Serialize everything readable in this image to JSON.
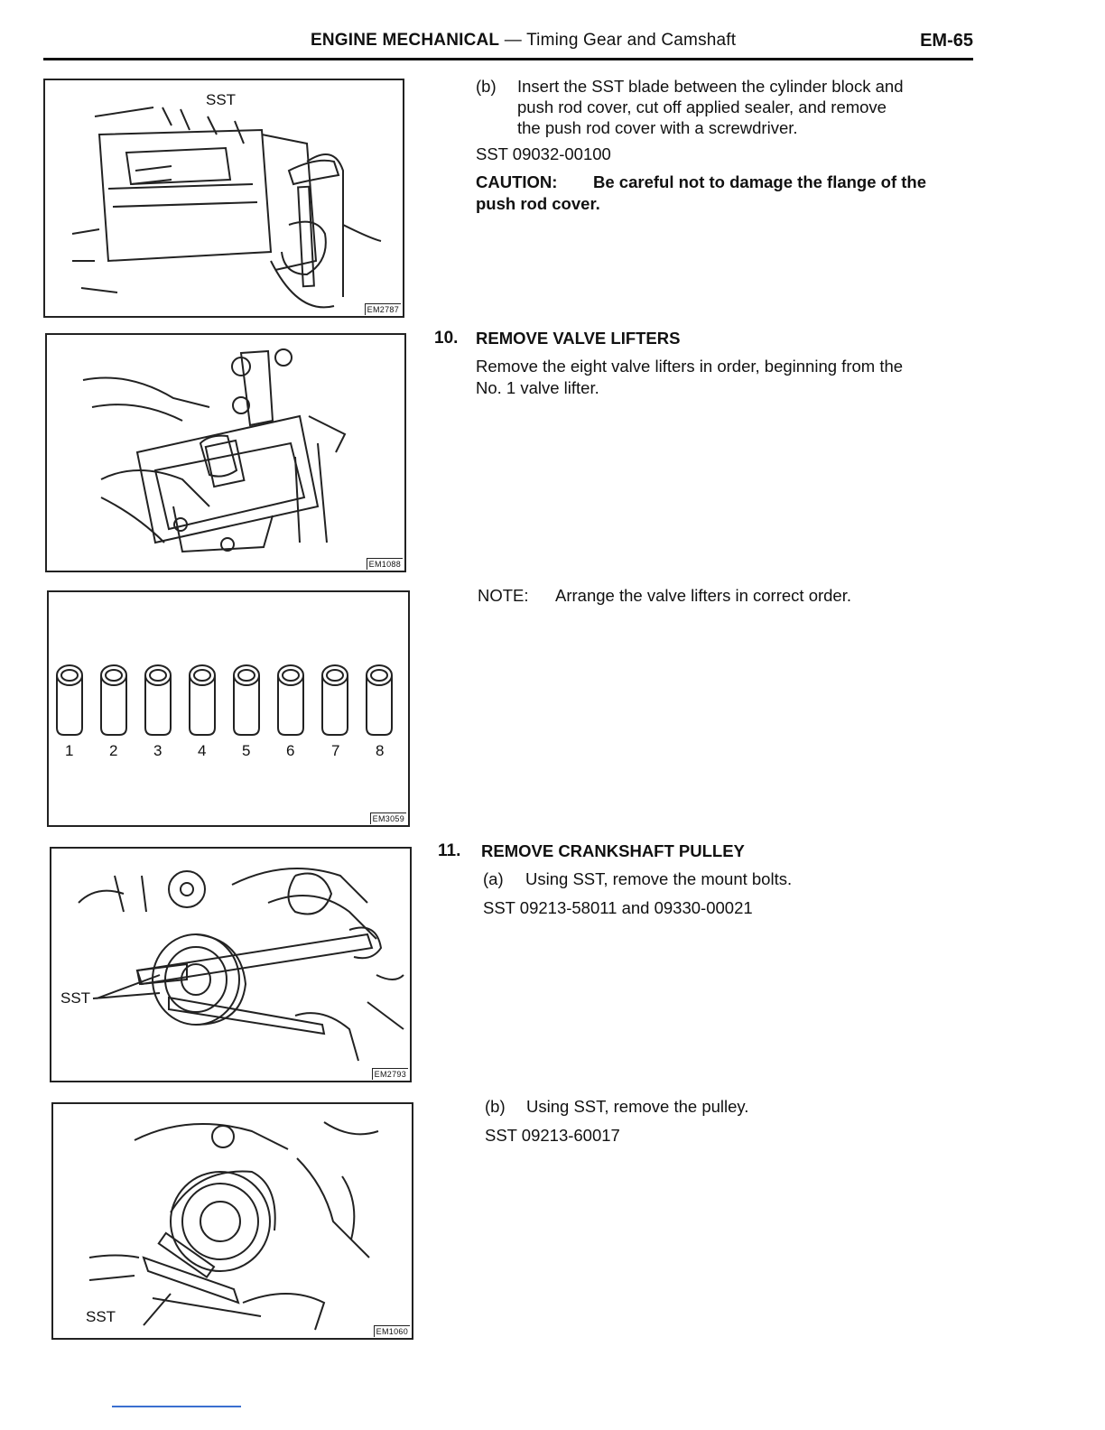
{
  "header": {
    "section": "ENGINE MECHANICAL",
    "dash": "—",
    "subsection": "Timing Gear and Camshaft",
    "page": "EM-65"
  },
  "figures": [
    {
      "code": "EM2787",
      "label": "SST",
      "icon": "push-rod-cover-removal-illustration"
    },
    {
      "code": "EM1088",
      "icon": "valve-lifter-removal-illustration"
    },
    {
      "code": "EM3059",
      "icon": "valve-lifters-order-illustration",
      "lifter_numbers": [
        "1",
        "2",
        "3",
        "4",
        "5",
        "6",
        "7",
        "8"
      ]
    },
    {
      "code": "EM2793",
      "label": "SST",
      "icon": "crankshaft-pulley-bolt-removal-illustration"
    },
    {
      "code": "EM1060",
      "label": "SST",
      "icon": "crankshaft-pulley-puller-illustration"
    }
  ],
  "text": {
    "b_step": {
      "marker": "(b)",
      "lines": [
        "Insert the SST blade between the cylinder block and",
        "push rod cover, cut off applied sealer, and remove",
        "the push rod cover with a screwdriver."
      ],
      "sst": "SST 09032-00100",
      "caution_label": "CAUTION:",
      "caution_line1": "Be careful not to damage the flange of the",
      "caution_line2": "push rod cover."
    },
    "step10": {
      "number": "10.",
      "title": "REMOVE VALVE LIFTERS",
      "line1": "Remove the eight valve lifters in order, beginning from the",
      "line2": "No. 1 valve lifter.",
      "note_label": "NOTE:",
      "note_text": "Arrange the valve lifters in correct order."
    },
    "step11": {
      "number": "11.",
      "title": "REMOVE CRANKSHAFT PULLEY",
      "a_marker": "(a)",
      "a_text": "Using SST, remove the mount bolts.",
      "a_sst": "SST 09213-58011 and 09330-00021",
      "b_marker": "(b)",
      "b_text": "Using SST, remove the pulley.",
      "b_sst": "SST 09213-60017"
    }
  }
}
